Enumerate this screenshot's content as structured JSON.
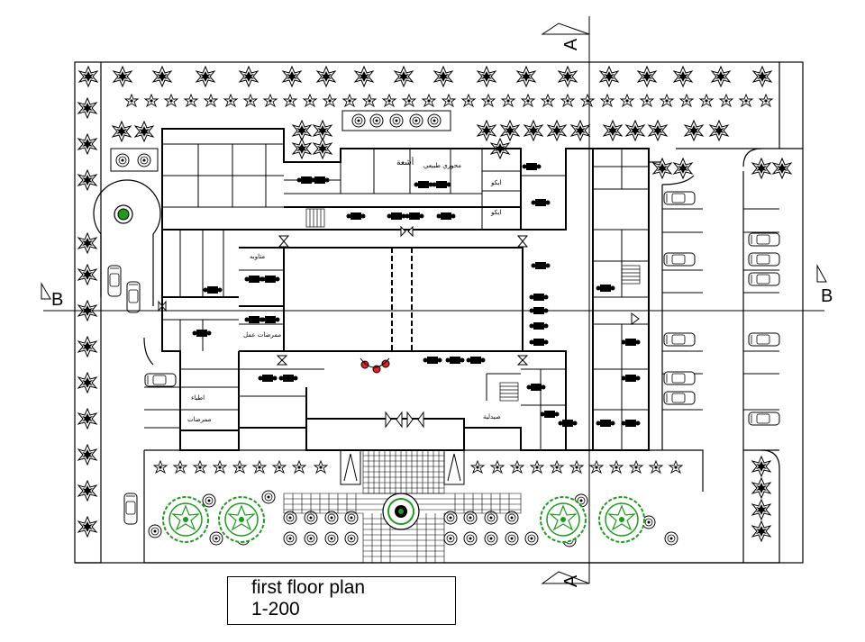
{
  "title_block": {
    "line1": "first floor plan",
    "line2": "1-200"
  },
  "section_markers": {
    "a_top": "A",
    "a_bottom": "A",
    "b_left": "B",
    "b_right": "B"
  },
  "room_labels": {
    "radiology": "أشعة",
    "physio": "محوري طبيعي",
    "echo1": "ايكو",
    "echo2": "ايكو",
    "rest": "متاوبه",
    "nurses_work": "ممرضات عمل",
    "doctors": "اطباء",
    "nurses": "ممرضات",
    "pharmacy": "صيدلية"
  },
  "colors": {
    "line": "#000000",
    "planting_green": "#1f9a1f",
    "marker_red": "#e0202a"
  },
  "icons": [
    "tree-icon",
    "shrub-icon",
    "car-icon",
    "ambulance-icon",
    "section-arrow-icon",
    "fountain-icon"
  ]
}
